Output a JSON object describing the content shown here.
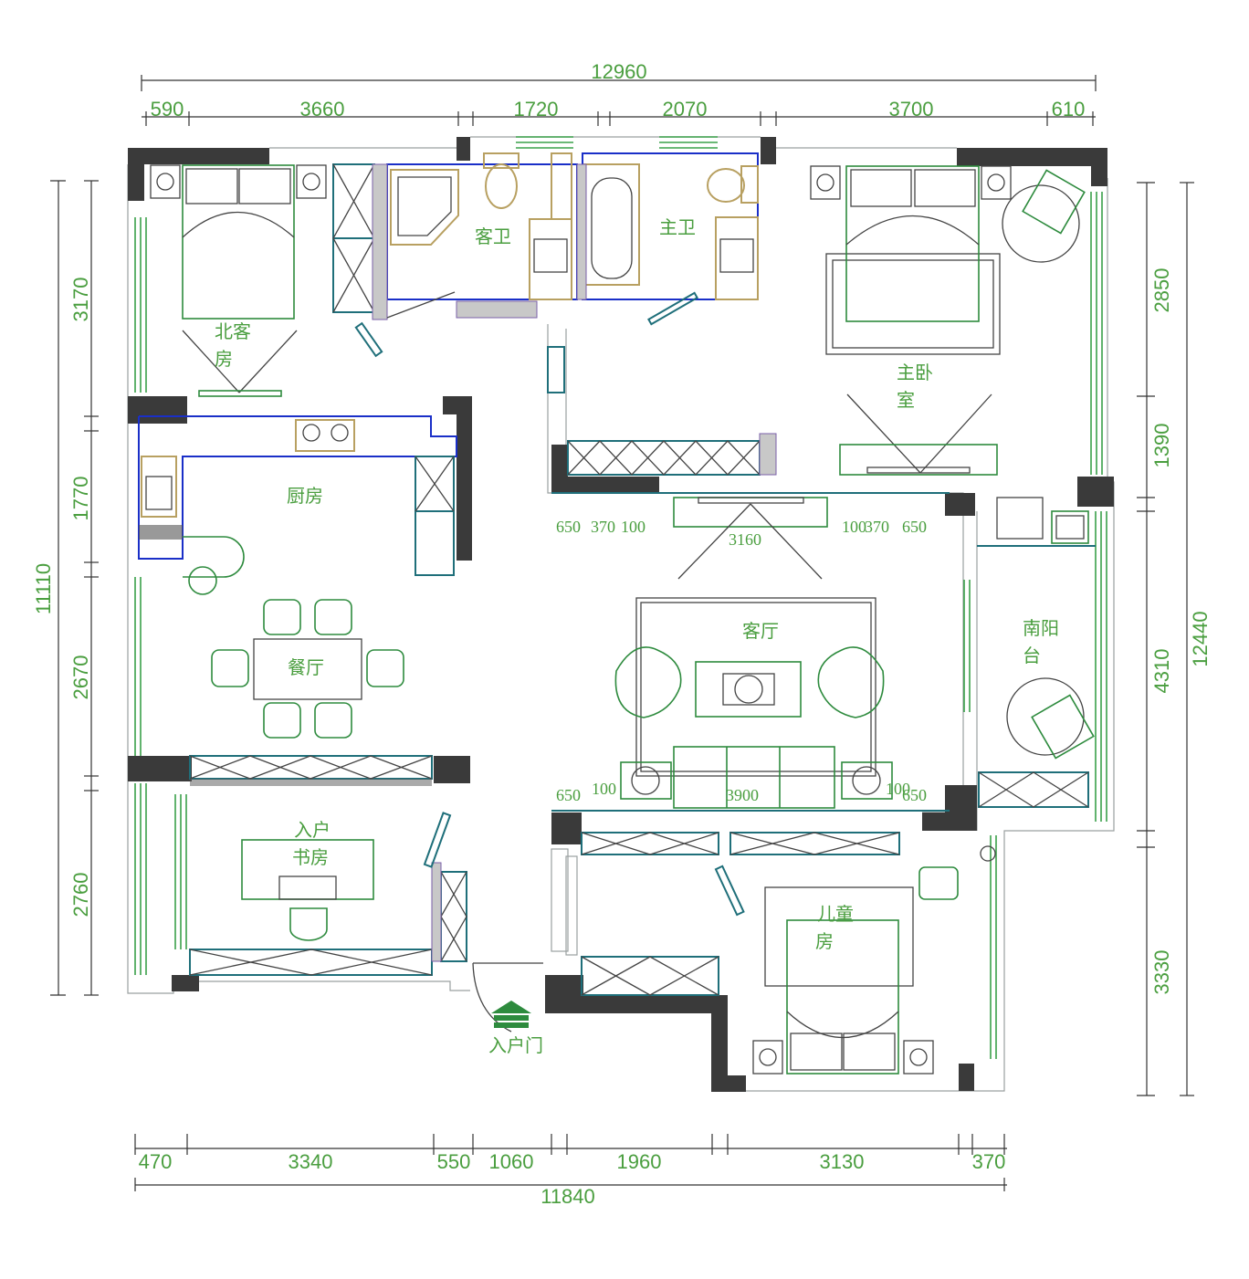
{
  "colors": {
    "dimension": "#4a9e3f",
    "wall": "#3a3a3a",
    "furniture": "#2e8b3e",
    "cabinet": "#1f6f7a",
    "sanitary": "#b8a061",
    "partition": "#1a2fc8"
  },
  "dimensions": {
    "top_total": "12960",
    "top_segments": [
      "590",
      "3660",
      "1720",
      "2070",
      "3700",
      "610"
    ],
    "bottom_total": "11840",
    "bottom_segments": [
      "470",
      "3340",
      "550",
      "1060",
      "1960",
      "3130",
      "370"
    ],
    "left_total": "11110",
    "left_segments": [
      "3170",
      "1770",
      "2670",
      "2760"
    ],
    "right_total": "12440",
    "right_segments": [
      "2850",
      "1390",
      "4310",
      "3330"
    ],
    "tv_wall_sides": [
      "650",
      "370",
      "100",
      "100",
      "370",
      "650"
    ],
    "tv_wall_center": "3160",
    "sofa_wall_sides": [
      "650",
      "100",
      "100",
      "650"
    ],
    "sofa_wall_center": "3900"
  },
  "rooms": {
    "north_guest": [
      "北客",
      "房"
    ],
    "guest_bath": "客卫",
    "master_bath": "主卫",
    "master_bedroom": [
      "主卧",
      "室"
    ],
    "kitchen": "厨房",
    "dining": "餐厅",
    "living": "客厅",
    "south_balcony": [
      "南阳",
      "台"
    ],
    "study": [
      "入户",
      "书房"
    ],
    "kids_room": [
      "儿童",
      "房"
    ],
    "entrance": "入户门"
  }
}
